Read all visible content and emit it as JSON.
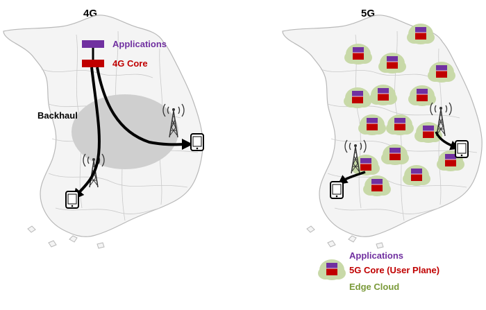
{
  "panels": {
    "left": {
      "title": "4G",
      "applications_label": "Applications",
      "core_label": "4G Core",
      "backhaul_label": "Backhaul"
    },
    "right": {
      "title": "5G"
    }
  },
  "legend": {
    "applications": "Applications",
    "core_user_plane": "5G Core (User Plane)",
    "edge_cloud": "Edge Cloud"
  },
  "colors": {
    "applications": "#7030a0",
    "core": "#c00000",
    "edge_cloud": "#c8d9a8",
    "backhaul_area": "#cfcfcf",
    "map_line": "#bdbdbd",
    "arrow": "#000000"
  },
  "icons": [
    "cell-tower-icon",
    "mobile-phone-icon",
    "edge-cloud-icon",
    "server-stack-icon"
  ]
}
